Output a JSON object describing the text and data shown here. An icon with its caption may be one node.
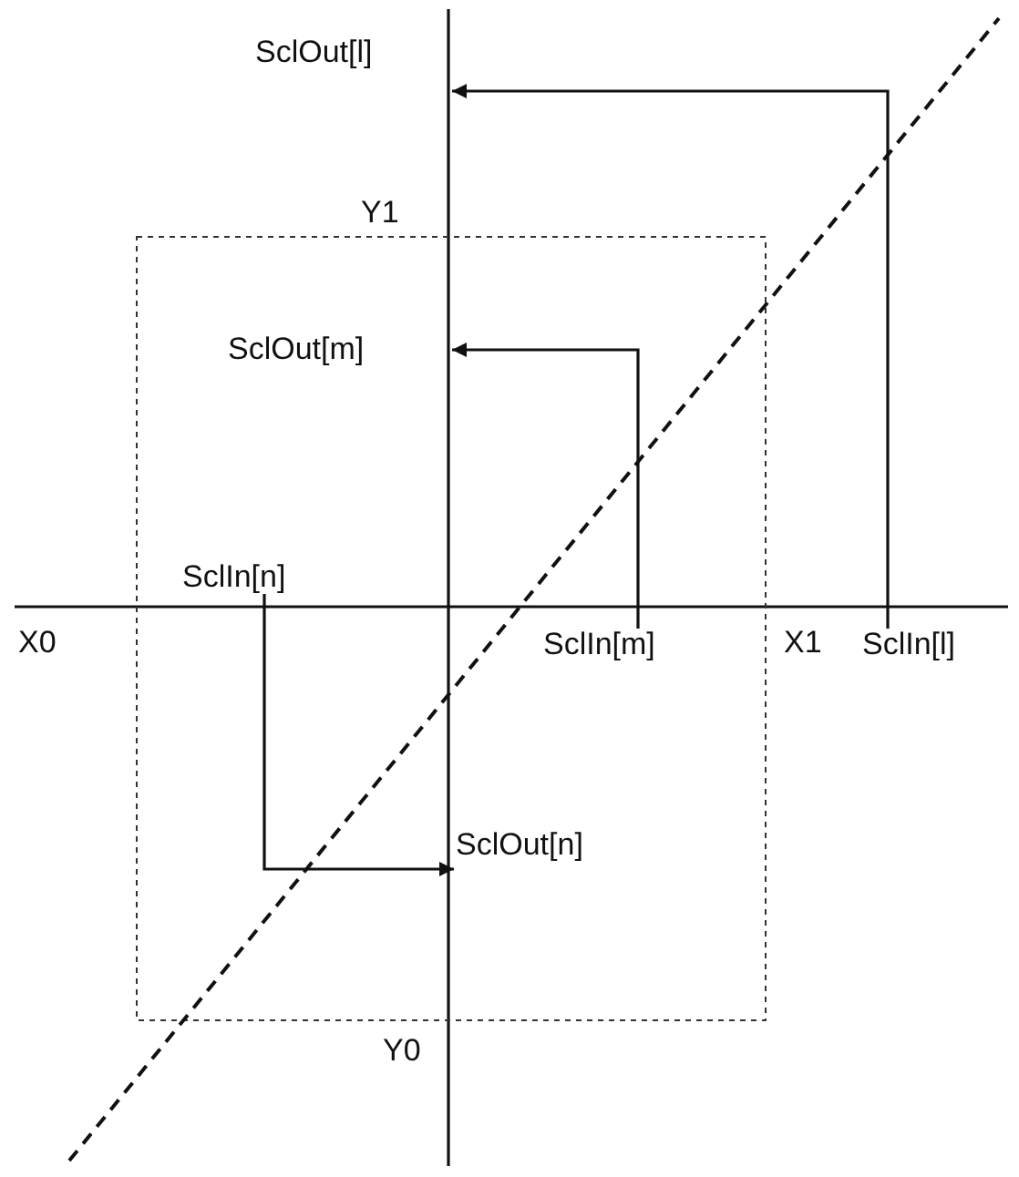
{
  "diagram": {
    "nodes": [
      {
        "text": [
          "SclOut[l]"
        ]
      },
      {
        "text": [
          "SclOut[m]"
        ]
      },
      {
        "text": [
          "SclIn[n]"
        ]
      },
      {
        "text": [
          "SclIn[m]"
        ]
      },
      {
        "text": [
          "SclIn[l]"
        ]
      },
      {
        "text": [
          "SclOut[n]"
        ]
      }
    ],
    "edges": [
      {
        "from": 4,
        "to": 0,
        "arrow": "to"
      },
      {
        "from": 3,
        "to": 1,
        "arrow": "to"
      },
      {
        "from": 2,
        "to": 5,
        "arrow": "to"
      }
    ],
    "labels": [
      "Y1",
      "X0",
      "X1",
      "Y0"
    ]
  }
}
